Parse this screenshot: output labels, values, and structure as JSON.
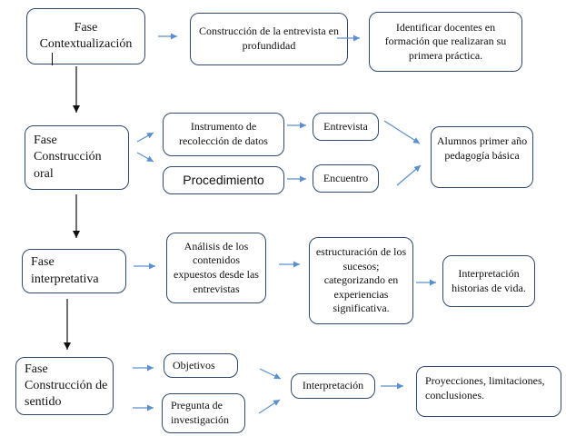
{
  "nodes": {
    "fase_contextualizacion": "Fase Contextualización",
    "construccion_entrevista": "Construcción de la entrevista en profundidad",
    "identificar_docentes": "Identificar docentes en formación que realizaran su primera práctica.",
    "fase_construccion_oral": "Fase Construcción oral",
    "instrumento_recoleccion": "Instrumento de recolección de datos",
    "entrevista": "Entrevista",
    "procedimiento": "Procedimiento",
    "encuentro": "Encuentro",
    "alumnos_primer_ano": "Alumnos primer año pedagogía básica",
    "fase_interpretativa": "Fase interpretativa",
    "analisis_contenidos": "Análisis de los contenidos expuestos desde las entrevistas",
    "estructuracion_sucesos": "estructuración de los sucesos; categorizando en experiencias significativa.",
    "interpretacion_historias": "Interpretación historias de vida.",
    "fase_construccion_sentido": "Fase Construcción de sentido",
    "objetivos": "Objetivos",
    "pregunta_investigacion": "Pregunta de investigación",
    "interpretacion": "Interpretación",
    "proyecciones": "Proyecciones, limitaciones, conclusiones."
  },
  "colors": {
    "box_border": "#2f4a6e",
    "arrow_blue": "#5b8fd0",
    "arrow_black": "#111111"
  }
}
